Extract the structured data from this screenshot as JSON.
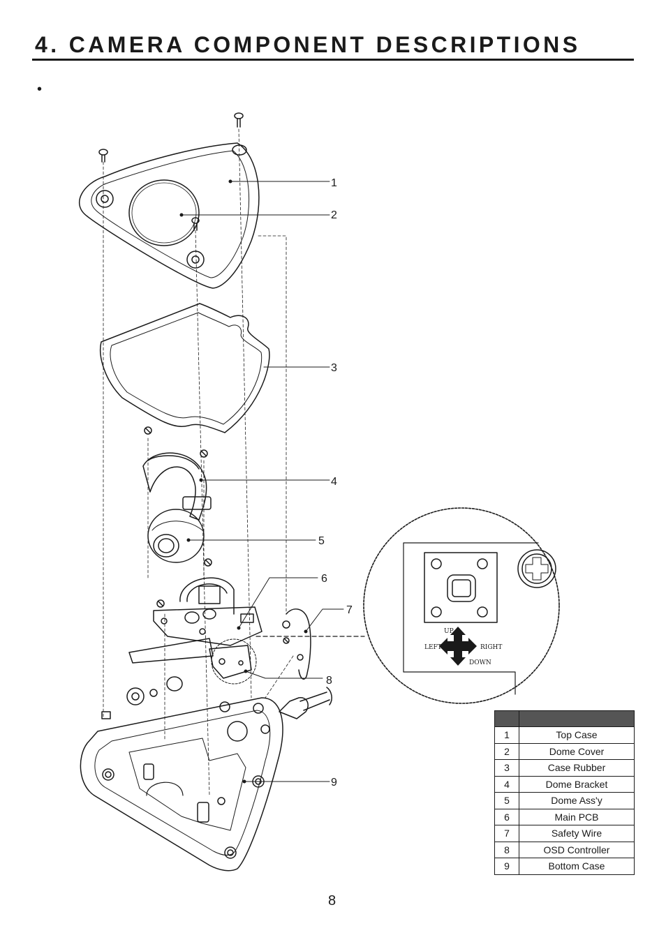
{
  "page": {
    "title": "4. CAMERA COMPONENT DESCRIPTIONS",
    "bullet": "•",
    "page_number": "8"
  },
  "diagram": {
    "callouts": [
      "1",
      "2",
      "3",
      "4",
      "5",
      "6",
      "7",
      "8",
      "9"
    ],
    "osd_labels": {
      "up": "UP",
      "down": "DOWN",
      "left": "LEFT",
      "right": "RIGHT"
    }
  },
  "parts_table": {
    "headers": [
      "",
      ""
    ],
    "rows": [
      {
        "no": "1",
        "name": "Top Case"
      },
      {
        "no": "2",
        "name": "Dome Cover"
      },
      {
        "no": "3",
        "name": "Case Rubber"
      },
      {
        "no": "4",
        "name": "Dome Bracket"
      },
      {
        "no": "5",
        "name": "Dome Ass'y"
      },
      {
        "no": "6",
        "name": "Main PCB"
      },
      {
        "no": "7",
        "name": "Safety Wire"
      },
      {
        "no": "8",
        "name": "OSD Controller"
      },
      {
        "no": "9",
        "name": "Bottom Case"
      }
    ]
  },
  "colors": {
    "ink": "#1a1a1a",
    "table_header": "#555555"
  }
}
